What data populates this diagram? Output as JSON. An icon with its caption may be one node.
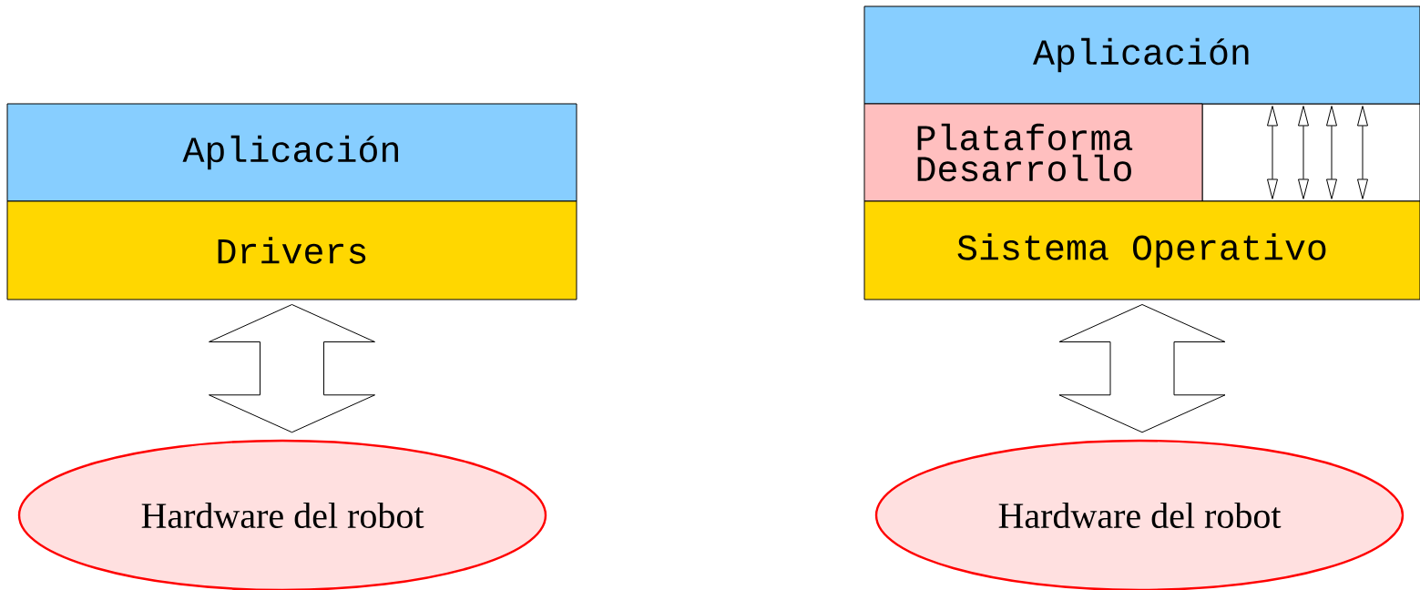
{
  "diagram": {
    "nodes": [
      {
        "text": [
          "Aplicación"
        ]
      },
      {
        "text": [
          "Drivers"
        ]
      },
      {
        "text": [
          "Hardware del robot"
        ]
      },
      {
        "text": [
          "Aplicación"
        ]
      },
      {
        "text": [
          "Plataforma Desarrollo"
        ]
      },
      {
        "text": [
          "Sistema Operativo"
        ]
      },
      {
        "text": [
          "Hardware del robot"
        ]
      }
    ],
    "edges": [
      {
        "from": 1,
        "to": 2,
        "arrow": "both"
      },
      {
        "from": 5,
        "to": 6,
        "arrow": "both"
      },
      {
        "from": 3,
        "to": 5,
        "arrow": "both"
      },
      {
        "from": 3,
        "to": 5,
        "arrow": "both"
      },
      {
        "from": 3,
        "to": 5,
        "arrow": "both"
      },
      {
        "from": 3,
        "to": 5,
        "arrow": "both"
      }
    ]
  }
}
